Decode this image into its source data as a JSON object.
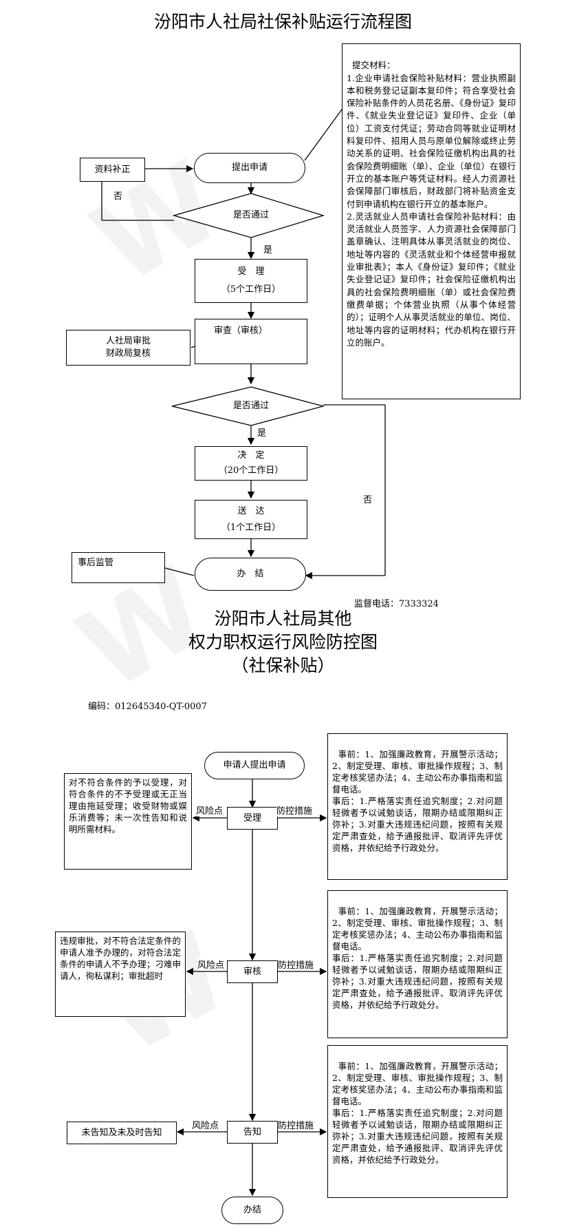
{
  "flow1": {
    "title": "汾阳市人社局社保补贴运行流程图",
    "supplement": "资料补正",
    "submit": "提出申请",
    "decision1": "是否通过",
    "no": "否",
    "yes": "是",
    "accept": "受　理",
    "accept_days": "（5个工作日）",
    "review": "审查（审核）",
    "review_note_line1": "人社局审批",
    "review_note_line2": "财政局复核",
    "decision2": "是否通过",
    "decide": "决　定",
    "decide_days": "（20个工作日）",
    "deliver": "送　达",
    "deliver_days": "（1个工作日）",
    "finish": "办　结",
    "post_supervise": "事后监管",
    "hotline": "监督电话：7333324",
    "materials": "提交材料：\n1.企业申请社会保险补贴材料：营业执照副本和税务登记证副本复印件；符合享受社会保险补贴条件的人员花名册、《身份证》复印件、《就业失业登记证》复印件、企业（单位）工资支付凭证；劳动合同等就业证明材料复印件、招用人员与原单位解除或终止劳动关系的证明、社会保险征缴机构出具的社会保险费明细账（单）、企业（单位）在银行开立的基本账户等凭证材料。经人力资源社会保障部门审核后，财政部门将补贴资金支付到申请机构在银行开立的基本账户。\n2.灵活就业人员申请社会保险补贴材料：由灵活就业人员签字、人力资源社会保障部门盖章确认、注明具体从事灵活就业的岗位、地址等内容的《灵活就业和个体经营申报就业审批表》；本人《身份证》复印件；《就业失业登记证》复印件；社会保险征缴机构出具的社会保险费明细账（单）或社会保险费缴费单据；个体营业执照（从事个体经营的）；证明个人从事灵活就业的单位、岗位、地址等内容的证明材料；代办机构在银行开立的账户。"
  },
  "flow2": {
    "title_line1": "汾阳市人社局其他",
    "title_line2": "权力职权运行风险防控图",
    "title_line3": "（社保补贴）",
    "code": "编码：012645340-QT-0007",
    "start": "申请人提出申请",
    "risk_label": "风险点",
    "control_label": "防控措施",
    "step1": "受理",
    "risk1": "对不符合条件的予以受理，对符合条件的不予受理或无正当理由拖延受理；收受财物或娱乐消费等；未一次性告知和说明所需材料。",
    "control1": "事前：1、加强廉政教育，开展警示活动；2、制定受理、审核、审批操作规程；3、制定考核奖惩办法；4、主动公布办事指南和监督电话。\n事后：1.严格落实责任追究制度；2.对问题轻微者予以诫勉谈话，限期办结或限期纠正弥补；3.对重大违规违纪问题，按照有关规定严肃查处，给予通报批评、取消评先评优资格，并依纪给予行政处分。",
    "step2": "审核",
    "risk2": "违规审批，对不符合法定条件的申请人准予办理的，对符合法定条件的申请人不予办理；刁难申请人，徇私谋利；审批超时",
    "control2": "事前：1、加强廉政教育，开展警示活动；2、制定受理、审核、审批操作规程；3、制定考核奖惩办法；4、主动公布办事指南和监督电话。\n事后：1.严格落实责任追究制度；2.对问题轻微者予以诫勉谈话，限期办结或限期纠正弥补；3.对重大违规违纪问题，按照有关规定严肃查处，给予通报批评、取消评先评优资格，并依纪给予行政处分。",
    "step3": "告知",
    "risk3": "未告知及未及时告知",
    "control3": "事前：1、加强廉政教育，开展警示活动；2、制定受理、审核、审批操作规程；3、制定考核奖惩办法；4、主动公布办事指南和监督电话。\n事后：1.严格落实责任追究制度；2.对问题轻微者予以诫勉谈话，限期办结或限期纠正弥补；3.对重大违规违纪问题，按照有关规定严肃查处，给予通报批评、取消评先评优资格，并依纪给予行政处分。",
    "end": "办结"
  }
}
